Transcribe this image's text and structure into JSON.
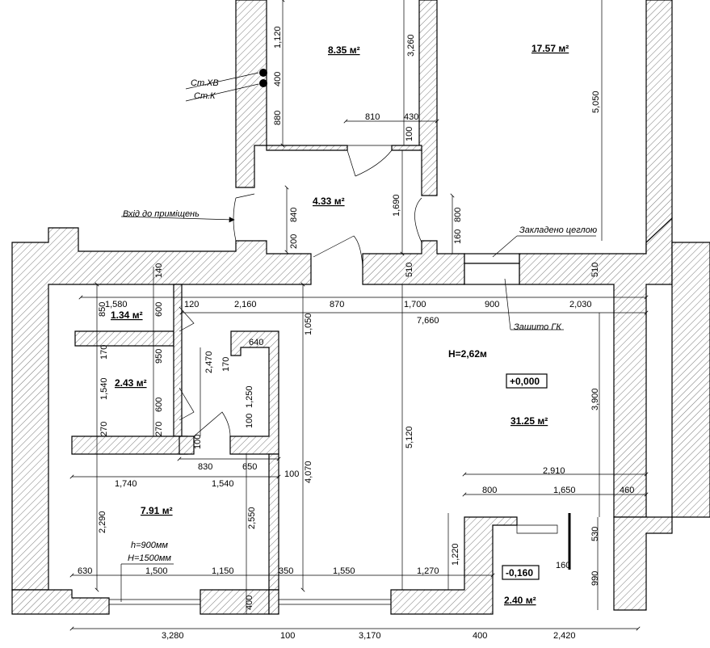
{
  "rooms": [
    {
      "area": "8.35 м²"
    },
    {
      "area": "17.57 м²"
    },
    {
      "area": "4.33 м²"
    },
    {
      "area": "1.34 м²"
    },
    {
      "area": "2.43 м²"
    },
    {
      "area": "31.25 м²"
    },
    {
      "area": "7.91 м²"
    },
    {
      "area": "2.40 м²"
    }
  ],
  "levels": {
    "height": "H=2,62м",
    "main": "+0,000",
    "lower": "-0,160"
  },
  "notes": {
    "cold_water": "Ст.ХВ",
    "sewer": "Ст.К",
    "entrance": "Вхід до приміщень",
    "bricked": "Закладено цеглою",
    "gk": "Зашито ГК",
    "window_h": "h=900мм",
    "window_H": "H=1500мм"
  },
  "dims": {
    "d1120": "1,120",
    "d400a": "400",
    "d880": "880",
    "d3260": "3,260",
    "d810": "810",
    "d430": "430",
    "d100a": "100",
    "d5050": "5,050",
    "d840": "840",
    "d200": "200",
    "d1690": "1,690",
    "d800a": "800",
    "d160a": "160",
    "d510a": "510",
    "d510b": "510",
    "d140": "140",
    "d1580": "1,580",
    "d850": "850",
    "d600a": "600",
    "d120": "120",
    "d2160": "2,160",
    "d870": "870",
    "d1700": "1,700",
    "d900": "900",
    "d2030": "2,030",
    "d7660": "7,660",
    "d1050": "1,050",
    "d640": "640",
    "d2470": "2,470",
    "d170a": "170",
    "d170b": "170",
    "d950": "950",
    "d1540a": "1,540",
    "d600b": "600",
    "d270a": "270",
    "d270b": "270",
    "d1250": "1,250",
    "d100b": "100",
    "d100c": "100",
    "d830": "830",
    "d650": "650",
    "d100d": "100",
    "d4070": "4,070",
    "d5120": "5,120",
    "d3900": "3,900",
    "d2910": "2,910",
    "d800b": "800",
    "d1650": "1,650",
    "d460": "460",
    "d1740": "1,740",
    "d1540b": "1,540",
    "d2290": "2,290",
    "d2550": "2,550",
    "d1220": "1,220",
    "d530": "530",
    "d160b": "160",
    "d990": "990",
    "d630": "630",
    "d1500": "1,500",
    "d1150": "1,150",
    "d350": "350",
    "d1550": "1,550",
    "d1270": "1,270",
    "d400b": "400",
    "d3280": "3,280",
    "d100e": "100",
    "d3170": "3,170",
    "d400c": "400",
    "d2420": "2,420"
  }
}
